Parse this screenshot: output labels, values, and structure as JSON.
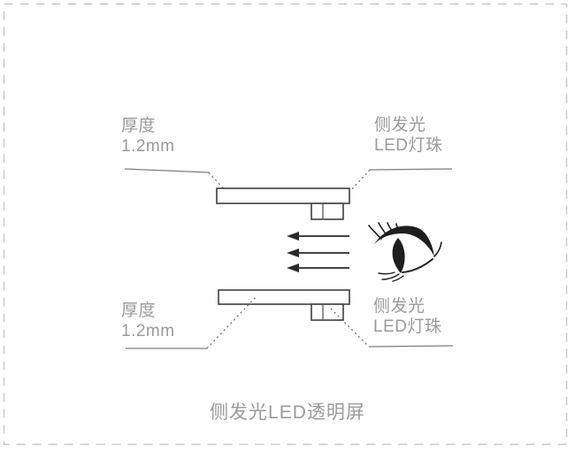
{
  "figure": {
    "caption": "侧发光LED透明屏",
    "top": {
      "thickness_label": {
        "line1": "厚度",
        "line2": "1.2mm"
      },
      "led_label": {
        "line1": "侧发光",
        "line2": "LED灯珠"
      }
    },
    "bottom": {
      "thickness_label": {
        "line1": "厚度",
        "line2": "1.2mm"
      },
      "led_label": {
        "line1": "侧发光",
        "line2": "LED灯珠"
      }
    },
    "icons": {
      "eye": "eye-icon",
      "arrows": "left-arrow-icon"
    },
    "colors": {
      "background": "#ffffff",
      "border_dash": "#c8c8c8",
      "label_text": "#9b9b9b",
      "leader_line": "#7d7d7d",
      "shape_stroke": "#4a4a4a",
      "arrow": "#2a2a2a",
      "eye": "#1e1e1e"
    }
  }
}
